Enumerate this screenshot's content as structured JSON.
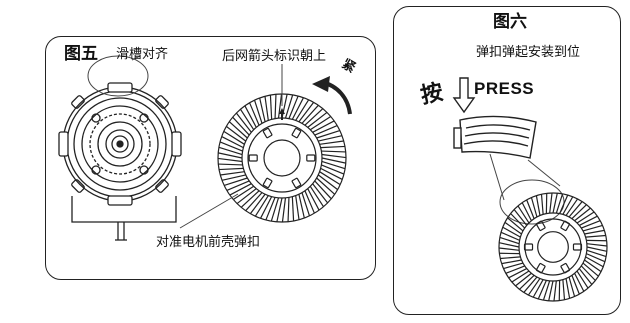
{
  "figure5": {
    "title": "图五",
    "label_slot_align": "滑槽对齐",
    "label_arrow_up": "后网箭头标识朝上",
    "label_tighten": "紧",
    "label_buckle_align": "对准电机前壳弹扣"
  },
  "figure6": {
    "title": "图六",
    "label_install": "弹扣弹起安装到位",
    "label_press_cn": "按",
    "label_press_en": "PRESS"
  }
}
